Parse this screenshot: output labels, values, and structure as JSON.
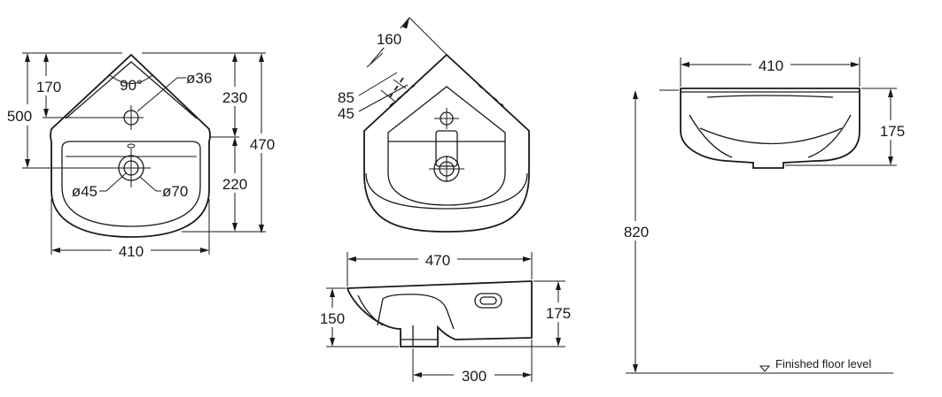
{
  "views": {
    "top_view": {
      "dims": {
        "width": "410",
        "depth_total": "500",
        "depth_front": "170",
        "angle": "90°",
        "tap_hole": "ø36",
        "upper": "230",
        "overall": "470",
        "lower": "220",
        "waste_inner": "ø45",
        "waste_outer": "ø70"
      }
    },
    "corner_view": {
      "dims": {
        "corner_offset": "160",
        "inner_a": "85",
        "inner_b": "45"
      }
    },
    "side_view": {
      "dims": {
        "length": "470",
        "left_height": "150",
        "right_height": "175",
        "bracket": "300"
      }
    },
    "front_view": {
      "dims": {
        "width": "410",
        "height": "175",
        "mounting_height": "820"
      },
      "floor_label": "Finished floor level"
    }
  }
}
